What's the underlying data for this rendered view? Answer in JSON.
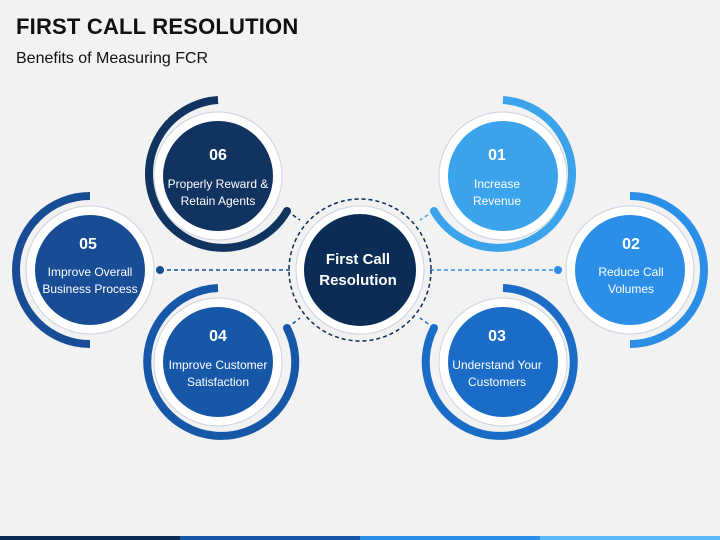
{
  "title": "FIRST CALL RESOLUTION",
  "subtitle": "Benefits of Measuring FCR",
  "center": {
    "line1": "First Call",
    "line2": "Resolution",
    "color": "#0b2c54"
  },
  "nodes": [
    {
      "number": "01",
      "line1": "Increase",
      "line2": "Revenue",
      "color": "#3aa3ec"
    },
    {
      "number": "02",
      "line1": "Reduce Call",
      "line2": "Volumes",
      "color": "#2b8fe8"
    },
    {
      "number": "03",
      "line1": "Understand Your",
      "line2": "Customers",
      "color": "#1b6cc6"
    },
    {
      "number": "04",
      "line1": "Improve Customer",
      "line2": "Satisfaction",
      "color": "#1757a8"
    },
    {
      "number": "05",
      "line1": "Improve Overall",
      "line2": "Business Process",
      "color": "#184d96"
    },
    {
      "number": "06",
      "line1": "Properly Reward &",
      "line2": "Retain Agents",
      "color": "#10335f"
    }
  ],
  "bottom_bar_colors": [
    "#0b2c54",
    "#1757a8",
    "#2b8fe8",
    "#5bb8f5"
  ]
}
